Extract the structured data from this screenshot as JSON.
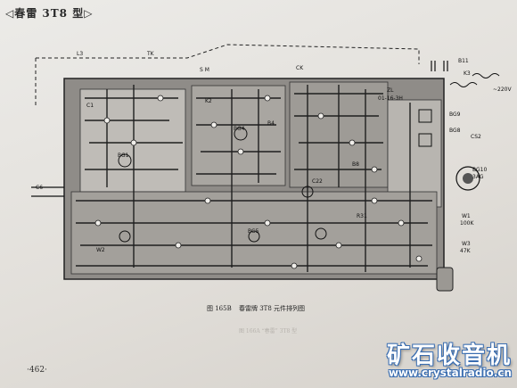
{
  "header": {
    "title": "◁春雷 3T8 型▷"
  },
  "caption": {
    "figure_no": "图 165B",
    "text": "春雷牌 3T8 元件排列图"
  },
  "page_number": "·462·",
  "watermark": {
    "name": "矿石收音机",
    "url": "www.crystalradio.cn"
  },
  "ghost_text": "图 166A  “春雷” 3T8 型",
  "board_labels": {
    "l3": "L3",
    "tk": "TK",
    "ck": "CK",
    "zl": "ZL",
    "zl_sub": "01-16-3H",
    "b11": "B11",
    "k3": "K3",
    "v220": "~220V",
    "bg9": "BG9",
    "bg8": "BG8",
    "bg10": "BG10",
    "v3ag": "3AG",
    "cs2": "CS2",
    "w1": "W1",
    "w1_val": "100K",
    "w3": "W3",
    "w3_val": "47K",
    "c1": "C1",
    "c6": "C6",
    "c22": "C22",
    "bg4": "BG4",
    "bg1": "BG1",
    "bg5": "BG5",
    "b8": "B8",
    "b4": "B4",
    "r31": "R31",
    "sm": "S M",
    "k2": "K2",
    "w2": "W2"
  }
}
